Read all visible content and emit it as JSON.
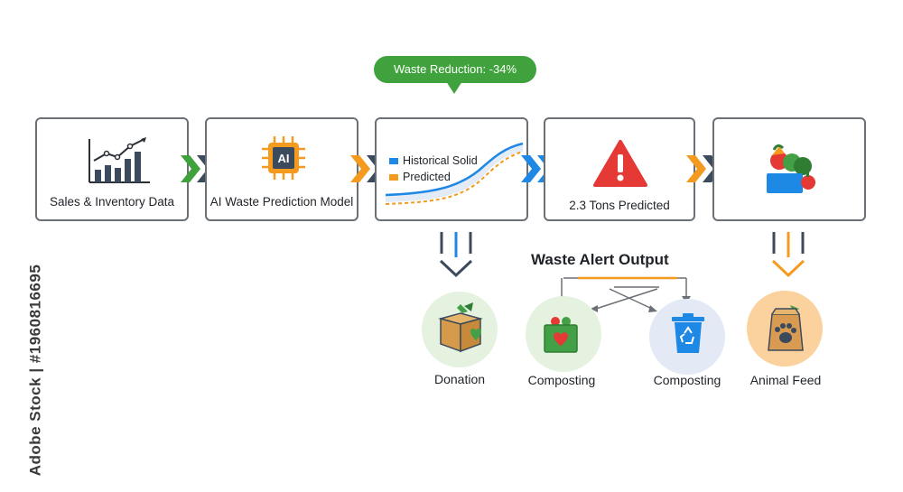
{
  "header": {
    "bubble_text": "Waste Reduction: -34%"
  },
  "steps": [
    {
      "label": "Sales & Inventory Data",
      "icon": "bar-chart-icon"
    },
    {
      "label": "AI Waste Prediction Model",
      "icon": "ai-chip-icon",
      "chip_text": "AI"
    },
    {
      "legend": [
        "Historical Solid",
        "Predicted"
      ],
      "icon": "forecast-curve-icon"
    },
    {
      "label": "2.3 Tons Predicted",
      "icon": "warning-icon"
    },
    {
      "icon": "produce-basket-icon"
    }
  ],
  "alert": {
    "title": "Waste Alert Output"
  },
  "outputs": [
    {
      "label": "Donation",
      "icon": "donation-box-icon"
    },
    {
      "label": "Composting",
      "icon": "compost-bin-icon"
    },
    {
      "label": "Composting",
      "icon": "recycle-bin-icon"
    },
    {
      "label": "Animal Feed",
      "icon": "feed-bag-icon"
    }
  ],
  "watermark": {
    "side_text": "Adobe Stock | #1960816695"
  },
  "colors": {
    "green": "#3fa23c",
    "orange": "#f39a1f",
    "blue": "#1e88e5",
    "navy": "#3b4a5c",
    "red": "#e53935"
  }
}
